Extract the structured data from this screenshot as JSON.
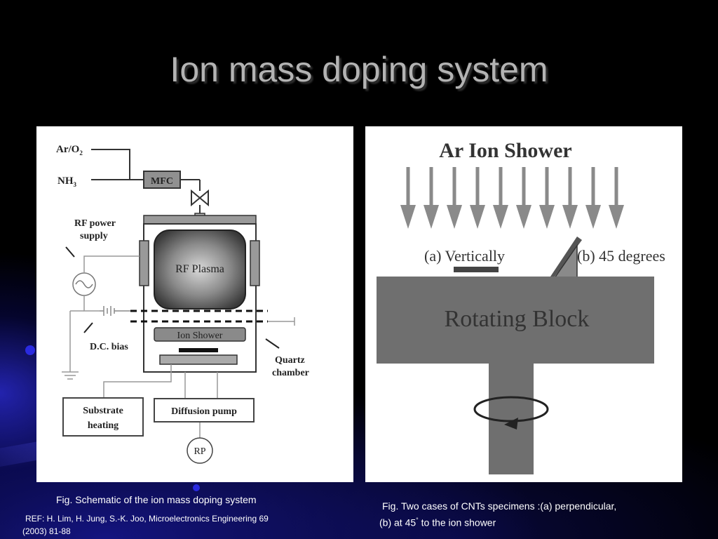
{
  "slide": {
    "title": "Ion mass doping system"
  },
  "left_figure": {
    "labels": {
      "gas1": "Ar/O",
      "gas1_sub": "2",
      "gas2": "NH",
      "gas2_sub": "3",
      "mfc": "MFC",
      "rf_power_line1": "RF power",
      "rf_power_line2": "supply",
      "rf_plasma": "RF Plasma",
      "ion_shower": "Ion Shower",
      "dc_bias": "D.C. bias",
      "quartz_line1": "Quartz",
      "quartz_line2": "chamber",
      "substrate_line1": "Substrate",
      "substrate_line2": "heating",
      "diffusion_pump": "Diffusion pump",
      "rp": "RP"
    },
    "caption": "Fig. Schematic of the ion mass doping system",
    "reference_line1": "REF: H. Lim, H. Jung, S.-K. Joo, Microelectronics Engineering 69",
    "reference_line2": "(2003) 81-88"
  },
  "right_figure": {
    "labels": {
      "heading": "Ar Ion Shower",
      "vertically": "(a) Vertically",
      "degrees": "(b) 45 degrees",
      "block": "Rotating Block"
    },
    "arrow_count": 10,
    "caption_line1": "Fig. Two cases of CNTs specimens :(a) perpendicular,",
    "caption_line2": "(b) at 45",
    "caption_degree": "°",
    "caption_line2_end": " to the ion shower"
  },
  "colors": {
    "background": "#000000",
    "title": "#b3b3b3",
    "accent_blue": "#2a2ae0",
    "diagram_gray": "#707070",
    "arrow_gray": "#8a8a8a"
  }
}
